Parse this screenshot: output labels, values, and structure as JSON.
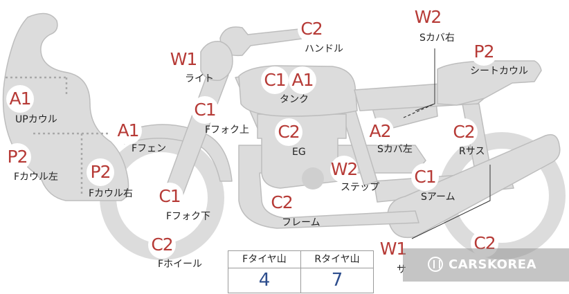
{
  "colors": {
    "body_fill": "#dcdcdc",
    "body_stroke": "#bdbdbd",
    "badge_text": "#b63a36",
    "label_text": "#222222",
    "value_text": "#2d4d8d",
    "dotted_line": "#a8a8a8"
  },
  "callouts": [
    {
      "id": "handle",
      "grade": "C2",
      "label": "ハンドル"
    },
    {
      "id": "s-cover-right",
      "grade": "W2",
      "label": "Sカバ右"
    },
    {
      "id": "light",
      "grade": "W1",
      "label": "ライト"
    },
    {
      "id": "seat-cowl",
      "grade": "P2",
      "label": "シートカウル"
    },
    {
      "id": "tank-c1",
      "grade": "C1",
      "label": ""
    },
    {
      "id": "tank",
      "grade": "A1",
      "label": "タンク"
    },
    {
      "id": "up-cowl",
      "grade": "A1",
      "label": "UPカウル"
    },
    {
      "id": "f-fork-upper",
      "grade": "C1",
      "label": "Fフォク上"
    },
    {
      "id": "f-fender",
      "grade": "A1",
      "label": "Fフェン"
    },
    {
      "id": "engine",
      "grade": "C2",
      "label": "EG"
    },
    {
      "id": "s-cover-left",
      "grade": "A2",
      "label": "Sカバ左"
    },
    {
      "id": "r-suspension",
      "grade": "C2",
      "label": "Rサス"
    },
    {
      "id": "f-cowl-left",
      "grade": "P2",
      "label": "Fカウル左"
    },
    {
      "id": "f-cowl-right",
      "grade": "P2",
      "label": "Fカウル右"
    },
    {
      "id": "step",
      "grade": "W2",
      "label": "ステップ"
    },
    {
      "id": "s-arm",
      "grade": "C1",
      "label": "Sアーム"
    },
    {
      "id": "f-fork-lower",
      "grade": "C1",
      "label": "Fフォク下"
    },
    {
      "id": "frame",
      "grade": "C2",
      "label": "フレーム"
    },
    {
      "id": "f-wheel",
      "grade": "C2",
      "label": "Fホイール"
    },
    {
      "id": "muffler",
      "grade": "W1",
      "label": "サ"
    },
    {
      "id": "r-wheel",
      "grade": "C2",
      "label": ""
    }
  ],
  "tire_table": {
    "front_header": "Fタイヤ山",
    "rear_header": "Rタイヤ山",
    "front_value": "4",
    "rear_value": "7"
  },
  "watermark": {
    "icon": "carskorea-logo-icon",
    "text": "CARSKOREA"
  }
}
